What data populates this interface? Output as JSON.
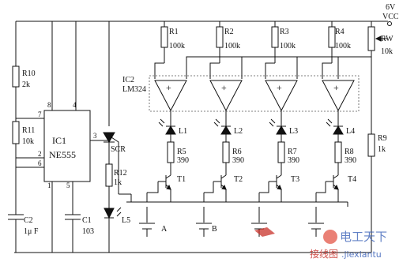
{
  "supply": {
    "voltage": "6V",
    "name": "VCC"
  },
  "rw": {
    "ref": "RW",
    "value": "10k"
  },
  "r10": {
    "ref": "R10",
    "value": "2k"
  },
  "r11": {
    "ref": "R11",
    "value": "10k"
  },
  "ic1": {
    "ref": "IC1",
    "part": "NE555",
    "pins": [
      "1",
      "2",
      "3",
      "4",
      "5",
      "6",
      "7",
      "8"
    ]
  },
  "c2": {
    "ref": "C2",
    "value": "1μ F"
  },
  "c1": {
    "ref": "C1",
    "value": "103"
  },
  "scr": {
    "ref": "SCR"
  },
  "r12": {
    "ref": "R12",
    "value": "1k"
  },
  "l5": {
    "ref": "L5"
  },
  "ic2": {
    "ref": "IC2",
    "part": "LM324"
  },
  "channels": [
    {
      "r_top": "R1",
      "r_top_val": "100k",
      "led": "L1",
      "r_led": "R5",
      "r_led_val": "390",
      "transistor": "T1",
      "sensor": "A"
    },
    {
      "r_top": "R2",
      "r_top_val": "100k",
      "led": "L2",
      "r_led": "R6",
      "r_led_val": "390",
      "transistor": "T2",
      "sensor": "B"
    },
    {
      "r_top": "R3",
      "r_top_val": "100k",
      "led": "L3",
      "r_led": "R7",
      "r_led_val": "390",
      "transistor": "T3",
      "sensor": ""
    },
    {
      "r_top": "R4",
      "r_top_val": "100k",
      "led": "L4",
      "r_led": "R8",
      "r_led_val": "390",
      "transistor": "T4",
      "sensor": ""
    }
  ],
  "r9": {
    "ref": "R9",
    "value": "1k"
  },
  "watermark": {
    "cn": "电工天下",
    "cn2": "接线图",
    "url": ".jiexiantu"
  }
}
